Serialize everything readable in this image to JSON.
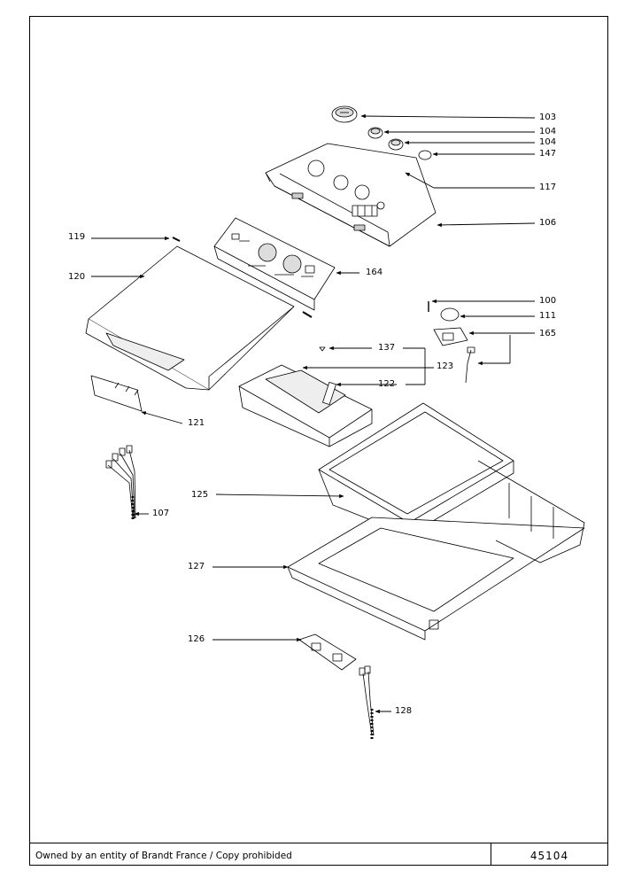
{
  "diagram": {
    "part_labels": [
      "103",
      "104",
      "104",
      "147",
      "117",
      "106",
      "119",
      "164",
      "120",
      "100",
      "111",
      "165",
      "137",
      "123",
      "122",
      "121",
      "125",
      "107",
      "127",
      "126",
      "128"
    ]
  },
  "footer": {
    "owner_text": "Owned by an entity of Brandt France / Copy prohibided",
    "document_number": "45104"
  },
  "colors": {
    "line": "#000000",
    "part_fill": "#ffffff",
    "shade": "#d8d8d8"
  }
}
